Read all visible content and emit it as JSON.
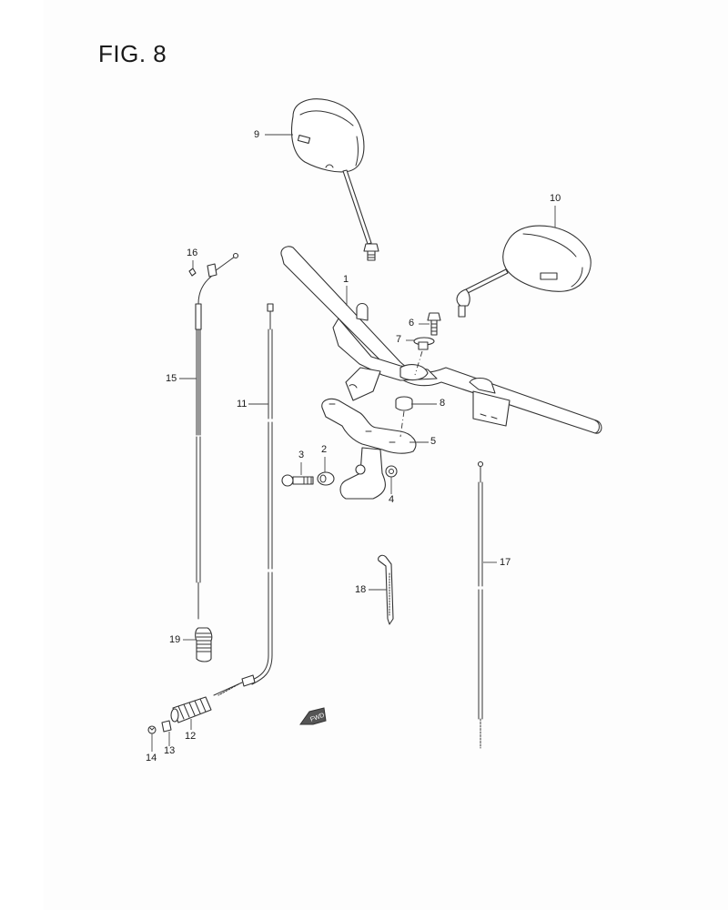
{
  "figure": {
    "title": "FIG. 8",
    "background": "#ffffff",
    "line_color": "#333333"
  },
  "callouts": [
    {
      "id": "1",
      "label": "1",
      "part": "handlebar"
    },
    {
      "id": "2",
      "label": "2",
      "part": "spacer"
    },
    {
      "id": "3",
      "label": "3",
      "part": "bolt"
    },
    {
      "id": "4",
      "label": "4",
      "part": "nut"
    },
    {
      "id": "5",
      "label": "5",
      "part": "handlebar-holder"
    },
    {
      "id": "6",
      "label": "6",
      "part": "holder-bolt"
    },
    {
      "id": "7",
      "label": "7",
      "part": "washer"
    },
    {
      "id": "8",
      "label": "8",
      "part": "cushion"
    },
    {
      "id": "9",
      "label": "9",
      "part": "mirror-right"
    },
    {
      "id": "10",
      "label": "10",
      "part": "mirror-left"
    },
    {
      "id": "11",
      "label": "11",
      "part": "front-brake-cable"
    },
    {
      "id": "12",
      "label": "12",
      "part": "cable-boot"
    },
    {
      "id": "13",
      "label": "13",
      "part": "pin"
    },
    {
      "id": "14",
      "label": "14",
      "part": "screw"
    },
    {
      "id": "15",
      "label": "15",
      "part": "throttle-cable"
    },
    {
      "id": "16",
      "label": "16",
      "part": "screw"
    },
    {
      "id": "17",
      "label": "17",
      "part": "cable"
    },
    {
      "id": "18",
      "label": "18",
      "part": "cable-clamp"
    },
    {
      "id": "19",
      "label": "19",
      "part": "cable-boot"
    }
  ],
  "fwd_marker": {
    "label": "FWD",
    "icon": "forward-arrow-icon"
  }
}
